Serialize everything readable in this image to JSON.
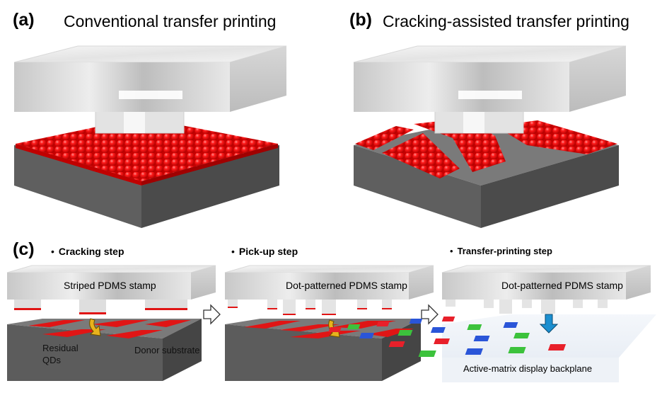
{
  "panel_a": {
    "label": "(a)",
    "title": "Conventional transfer printing"
  },
  "panel_b": {
    "label": "(b)",
    "title": "Cracking-assisted transfer printing"
  },
  "panel_c": {
    "label": "(c)",
    "steps": [
      {
        "bullet": "•",
        "title": "Cracking step",
        "stamp": "Striped PDMS stamp"
      },
      {
        "bullet": "•",
        "title": "Pick-up step",
        "stamp": "Dot-patterned PDMS stamp"
      },
      {
        "bullet": "•",
        "title": "Transfer-printing step",
        "stamp": "Dot-patterned PDMS stamp"
      }
    ],
    "labels": {
      "residual_line1": "Residual",
      "residual_line2": "QDs",
      "donor": "Donor substrate",
      "backplane": "Active-matrix display backplane"
    }
  },
  "colors": {
    "qd_red": "#ee1010",
    "substrate_top": "#7a7a7a",
    "substrate_front": "#5e5e5e",
    "substrate_side": "#4d4d4d",
    "arrow_yellow": "#e8b21c",
    "arrow_blue": "#1b8fd0",
    "pixel_red": "#e8202a",
    "pixel_green": "#3cc23c",
    "pixel_blue": "#2a55d8"
  },
  "icons": [
    "curved-arrow-icon",
    "step-arrow-icon",
    "down-arrow-icon"
  ]
}
